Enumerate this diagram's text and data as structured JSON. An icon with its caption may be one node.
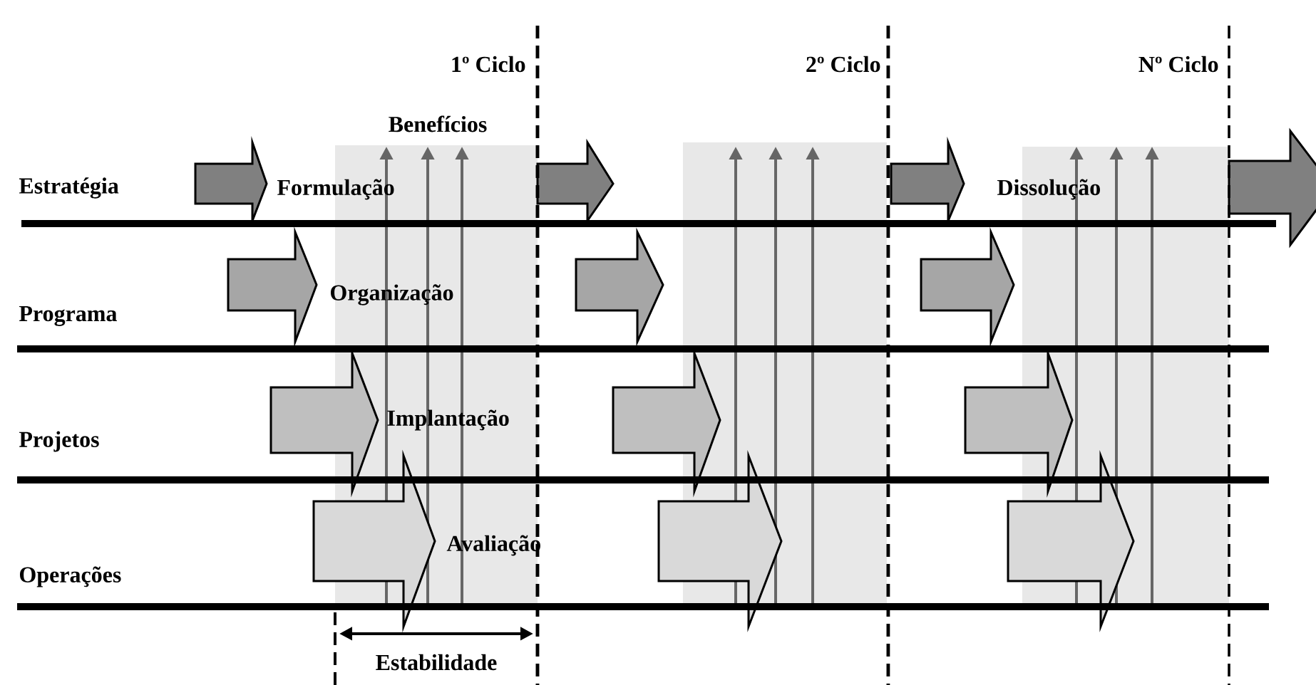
{
  "diagram": {
    "labels": [
      "1º Ciclo",
      "2º Ciclo",
      "Nº Ciclo",
      "Benefícios",
      "Estratégia",
      "Formulação",
      "Dissolução",
      "Organização",
      "Programa",
      "Implantação",
      "Projetos",
      "Avaliação",
      "Operações",
      "Estabilidade"
    ]
  }
}
